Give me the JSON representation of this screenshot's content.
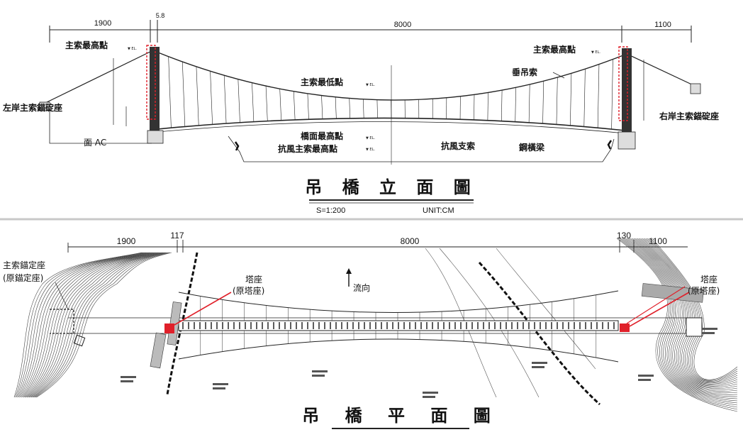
{
  "elevation": {
    "title": "吊 橋 立 面 圖",
    "scale": "S=1:200",
    "unit": "UNIT:CM",
    "dims": {
      "left": "1900",
      "tower": "5.8",
      "main": "8000",
      "right": "1100"
    },
    "labels": {
      "main_cable_top_left": "主索最高點",
      "main_cable_top_right": "主索最高點",
      "main_cable_low": "主索最低點",
      "hanger": "垂吊索",
      "left_anchor": "左岸主索錨碇座",
      "right_anchor": "右岸主索錨碇座",
      "ground": "面 AC",
      "deck_top": "橋面最高點",
      "wind_cable_top": "抗風主索最高點",
      "wind_brace": "抗風支索",
      "steel_beam": "鋼橫梁"
    }
  },
  "plan": {
    "title": "吊 橋 平 面 圖",
    "dims": {
      "left": "1900",
      "tower": "117",
      "main": "8000",
      "right_tower": "130",
      "right": "1100"
    },
    "labels": {
      "anchor_left_1": "主索錨定座",
      "anchor_left_2": "(原錨定座)",
      "tower_left_1": "塔座",
      "tower_left_2": "(原塔座)",
      "tower_right_1": "塔座",
      "tower_right_2": "(原塔座)",
      "flow": "流向"
    }
  },
  "colors": {
    "highlight": "#e0202a",
    "line": "#222222",
    "divider": "#c8c8c8"
  }
}
